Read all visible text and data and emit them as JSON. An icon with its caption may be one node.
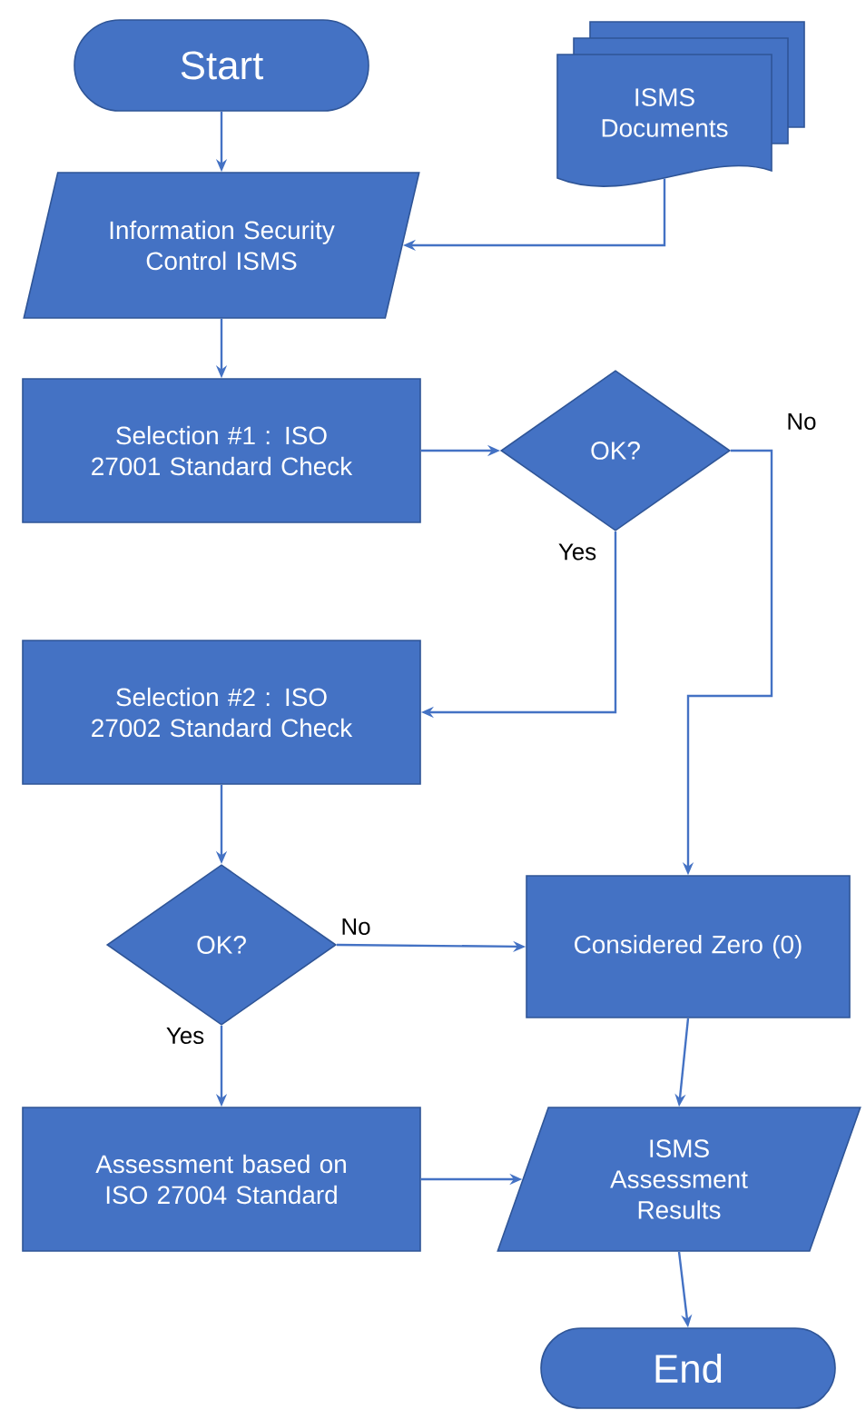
{
  "diagram": {
    "nodes": [
      {
        "text": [
          "Start"
        ]
      },
      {
        "text": [
          "ISMS Documents"
        ]
      },
      {
        "text": [
          "Information Security Control ISMS"
        ]
      },
      {
        "text": [
          "Selection #1 : ISO 27001 Standard Check"
        ]
      },
      {
        "text": [
          "OK?"
        ]
      },
      {
        "text": [
          "Selection #2 : ISO 27002 Standard Check"
        ]
      },
      {
        "text": [
          "OK?"
        ]
      },
      {
        "text": [
          "Considered Zero (0)"
        ]
      },
      {
        "text": [
          "Assessment based on ISO 27004 Standard"
        ]
      },
      {
        "text": [
          "ISMS Assessment Results"
        ]
      },
      {
        "text": [
          "End"
        ]
      }
    ],
    "edges": [
      {
        "from": 0,
        "to": 2,
        "arrow": "to"
      },
      {
        "from": 1,
        "to": 2,
        "arrow": "to"
      },
      {
        "from": 2,
        "to": 3,
        "arrow": "to"
      },
      {
        "from": 3,
        "to": 4,
        "arrow": "to"
      },
      {
        "from": 4,
        "to": 5,
        "arrow": "to",
        "label": "Yes"
      },
      {
        "from": 4,
        "to": 7,
        "arrow": "to",
        "label": "No"
      },
      {
        "from": 5,
        "to": 6,
        "arrow": "to"
      },
      {
        "from": 6,
        "to": 7,
        "arrow": "to",
        "label": "No"
      },
      {
        "from": 6,
        "to": 8,
        "arrow": "to",
        "label": "Yes"
      },
      {
        "from": 7,
        "to": 9,
        "arrow": "to"
      },
      {
        "from": 8,
        "to": 9,
        "arrow": "to"
      },
      {
        "from": 9,
        "to": 10,
        "arrow": "to"
      }
    ]
  }
}
